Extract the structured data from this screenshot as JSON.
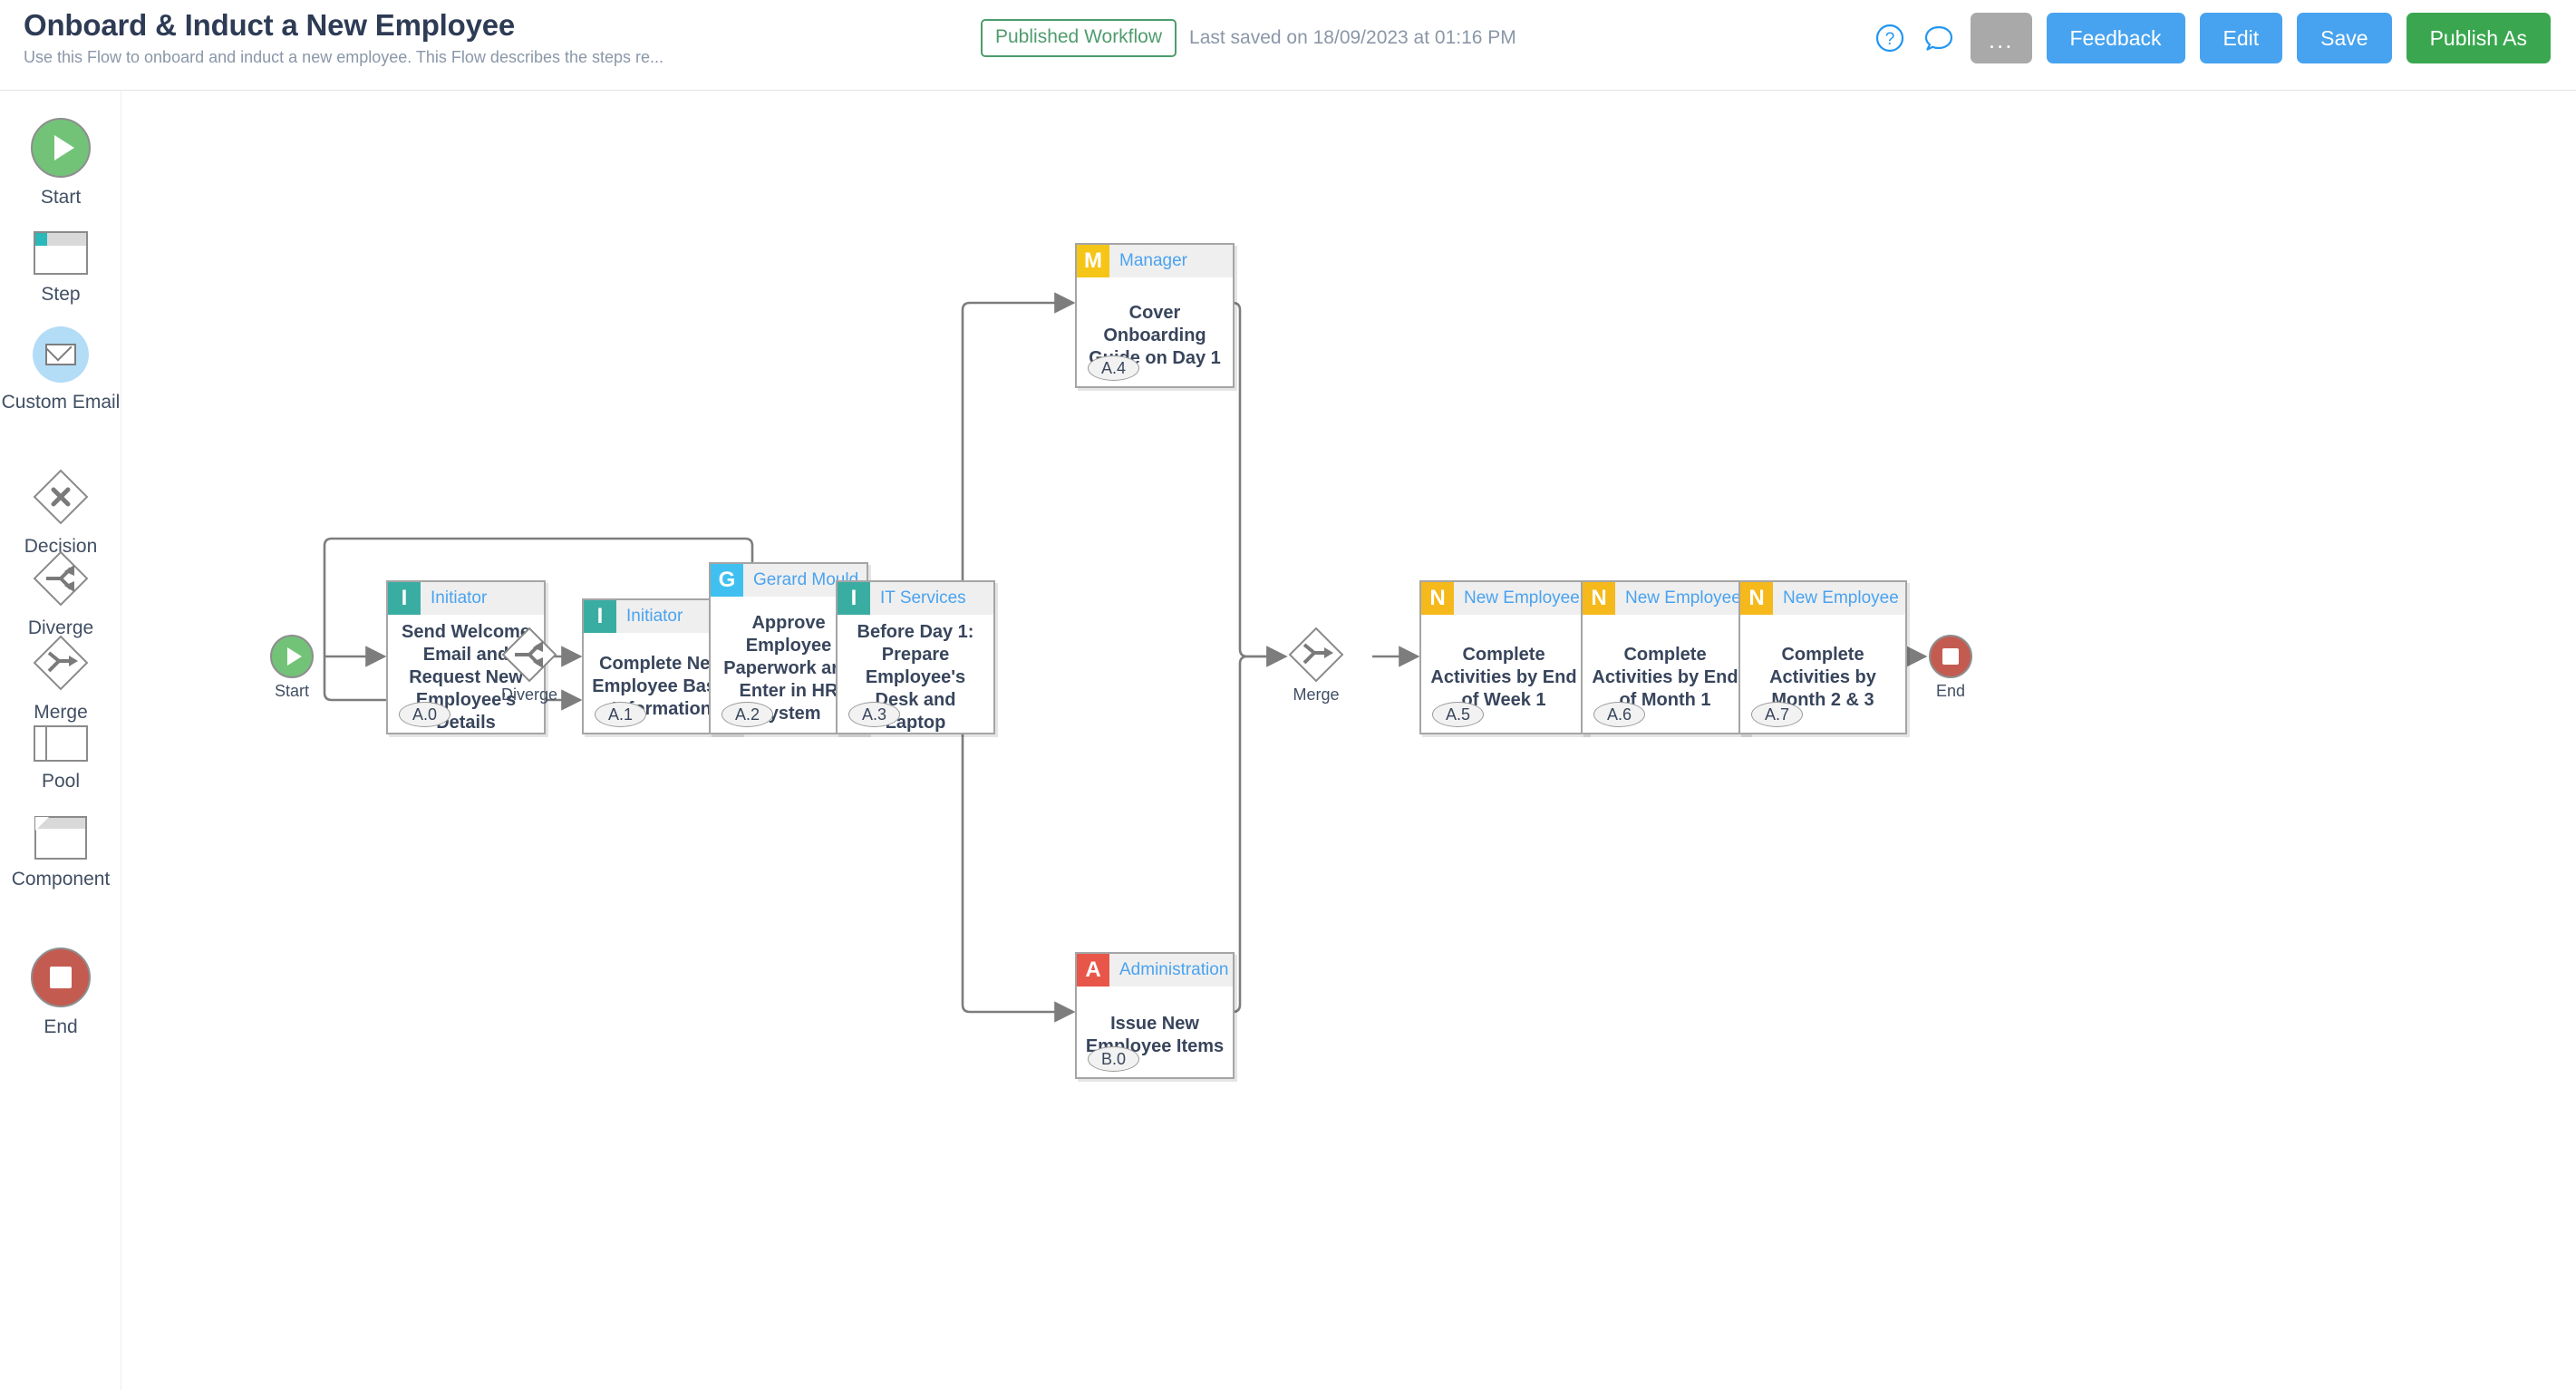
{
  "header": {
    "title": "Onboard & Induct a New Employee",
    "subtitle": "Use this Flow to onboard and induct a new employee. This Flow describes the steps re...",
    "status_badge": "Published Workflow",
    "last_saved": "Last saved on 18/09/2023 at 01:16 PM",
    "help_icon": "question-mark-circle-icon",
    "comment_icon": "comment-bubble-icon",
    "more_label": "...",
    "feedback_label": "Feedback",
    "edit_label": "Edit",
    "save_label": "Save",
    "publish_as_label": "Publish As",
    "colors": {
      "badge_green": "#4f9c6e",
      "button_blue": "#47a3ef",
      "button_green": "#3aa750",
      "button_grey": "#a9a9a9",
      "title": "#2e3b55",
      "subtitle": "#8a97a8"
    }
  },
  "palette": {
    "items": [
      {
        "label": "Start",
        "icon": "start-circle-icon"
      },
      {
        "label": "Step",
        "icon": "step-rectangle-icon"
      },
      {
        "label": "Custom Email",
        "icon": "envelope-circle-icon"
      },
      {
        "label": "Decision",
        "icon": "decision-diamond-icon"
      },
      {
        "label": "Diverge",
        "icon": "diverge-diamond-icon"
      },
      {
        "label": "Merge",
        "icon": "merge-diamond-icon"
      },
      {
        "label": "Pool",
        "icon": "pool-rectangle-icon"
      },
      {
        "label": "Component",
        "icon": "component-page-icon"
      },
      {
        "label": "End",
        "icon": "end-circle-icon"
      }
    ]
  },
  "canvas": {
    "start": {
      "label": "Start"
    },
    "end": {
      "label": "End"
    },
    "diverge": {
      "label": "Diverge"
    },
    "merge": {
      "label": "Merge"
    },
    "nodes": [
      {
        "code": "A.0",
        "role": "Initiator",
        "chip": "I",
        "chip_color": "#3aada3",
        "text": "Send Welcome Email and Request New Employee's Details",
        "checked": false
      },
      {
        "code": "A.1",
        "role": "Initiator",
        "chip": "I",
        "chip_color": "#3aada3",
        "text": "Complete New Employee Basic Information",
        "checked": false
      },
      {
        "code": "A.2",
        "role": "Gerard Mould",
        "chip": "G",
        "chip_color": "#3fc0f0",
        "text": "Approve Employee Paperwork and Enter in HR System",
        "checked": true,
        "check_glyph": "✔"
      },
      {
        "code": "A.3",
        "role": "IT Services",
        "chip": "I",
        "chip_color": "#3aada3",
        "text": "Before Day 1: Prepare Employee's Desk and Laptop",
        "checked": false
      },
      {
        "code": "A.4",
        "role": "Manager",
        "chip": "M",
        "chip_color": "#f5c518",
        "text": "Cover Onboarding Guide on Day 1",
        "checked": false
      },
      {
        "code": "B.0",
        "role": "Administration",
        "chip": "A",
        "chip_color": "#e8564a",
        "text": "Issue New Employee Items",
        "checked": false
      },
      {
        "code": "A.5",
        "role": "New Employee",
        "chip": "N",
        "chip_color": "#f5b91c",
        "text": "Complete Activities by End of Week 1",
        "checked": false
      },
      {
        "code": "A.6",
        "role": "New Employee",
        "chip": "N",
        "chip_color": "#f5b91c",
        "text": "Complete Activities by End of Month 1",
        "checked": false
      },
      {
        "code": "A.7",
        "role": "New Employee",
        "chip": "N",
        "chip_color": "#f5b91c",
        "text": "Complete Activities by Month 2 & 3",
        "checked": false
      }
    ]
  }
}
